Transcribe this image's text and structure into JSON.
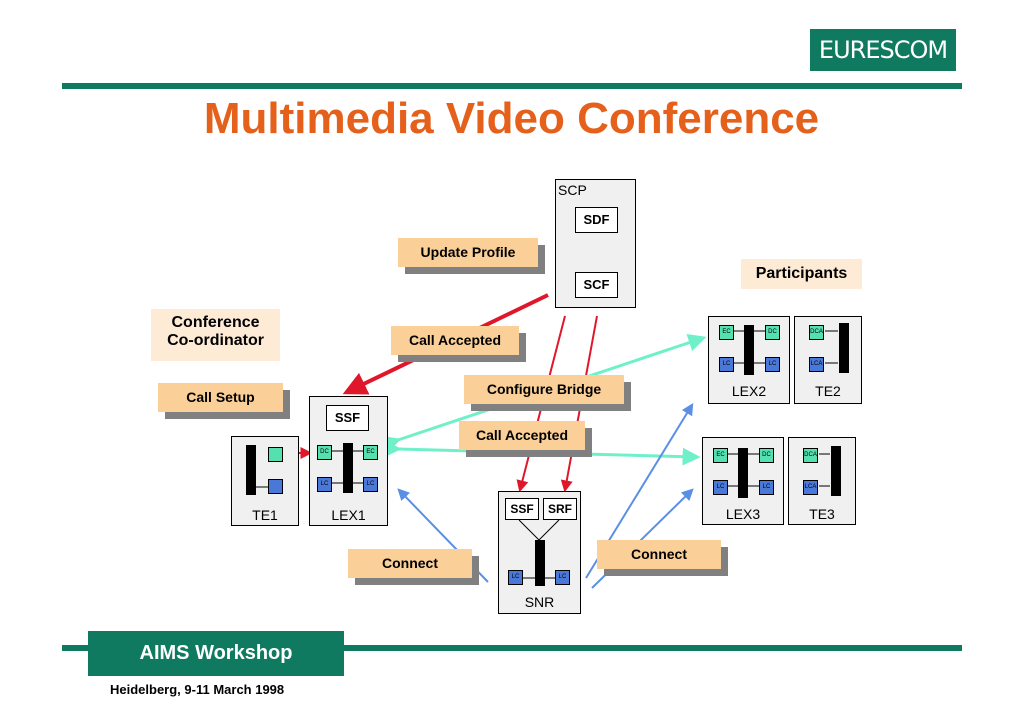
{
  "brand": {
    "logo_text": "EURESCOM"
  },
  "slide": {
    "title": "Multimedia Video Conference"
  },
  "nodes": {
    "scp": {
      "label": "SCP",
      "sdf": "SDF",
      "scf": "SCF"
    },
    "lex1": {
      "label": "LEX1",
      "ssf": "SSF",
      "dc": "DC",
      "ec": "EC",
      "lc1": "LC",
      "lc2": "LC"
    },
    "te1": {
      "label": "TE1"
    },
    "snr": {
      "label": "SNR",
      "ssf": "SSF",
      "srf": "SRF",
      "lc1": "LC",
      "lc2": "LC"
    },
    "lex2": {
      "label": "LEX2",
      "ec": "EC",
      "dc": "DC",
      "lc1": "LC",
      "lc2": "LC"
    },
    "te2": {
      "label": "TE2",
      "dca": "DCA",
      "lca": "LCA"
    },
    "lex3": {
      "label": "LEX3",
      "ec": "EC",
      "dc": "DC",
      "lc1": "LC",
      "lc2": "LC"
    },
    "te3": {
      "label": "TE3",
      "dca": "DCA",
      "lca": "LCA"
    }
  },
  "callouts": {
    "update_profile": "Update Profile",
    "call_accepted_top": "Call Accepted",
    "call_setup": "Call Setup",
    "configure_bridge": "Configure Bridge",
    "call_accepted_mid": "Call Accepted",
    "connect_left": "Connect",
    "connect_right": "Connect"
  },
  "notes": {
    "conference_coordinator_line1": "Conference",
    "conference_coordinator_line2": "Co-ordinator",
    "participants": "Participants"
  },
  "colors": {
    "brand_green": "#0f7a5f",
    "title_orange": "#e4601b",
    "red_arrow": "#e0162b",
    "cyan_arrow": "#6ff0c8",
    "blue_arrow": "#5b8fe6"
  },
  "footer": {
    "workshop": "AIMS Workshop",
    "date_location": "Heidelberg, 9-11 March 1998"
  }
}
